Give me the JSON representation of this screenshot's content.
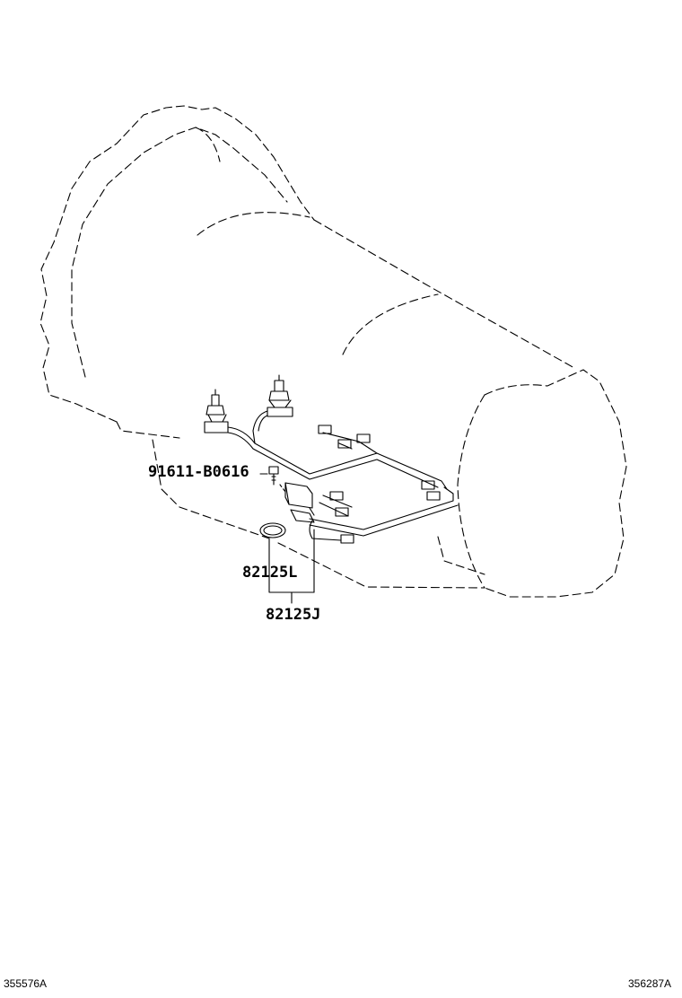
{
  "labels": {
    "bolt": "91611-B0616",
    "gasket": "82125L",
    "harness": "82125J"
  },
  "footer": {
    "left_code": "355576A",
    "right_code": "356287A"
  }
}
